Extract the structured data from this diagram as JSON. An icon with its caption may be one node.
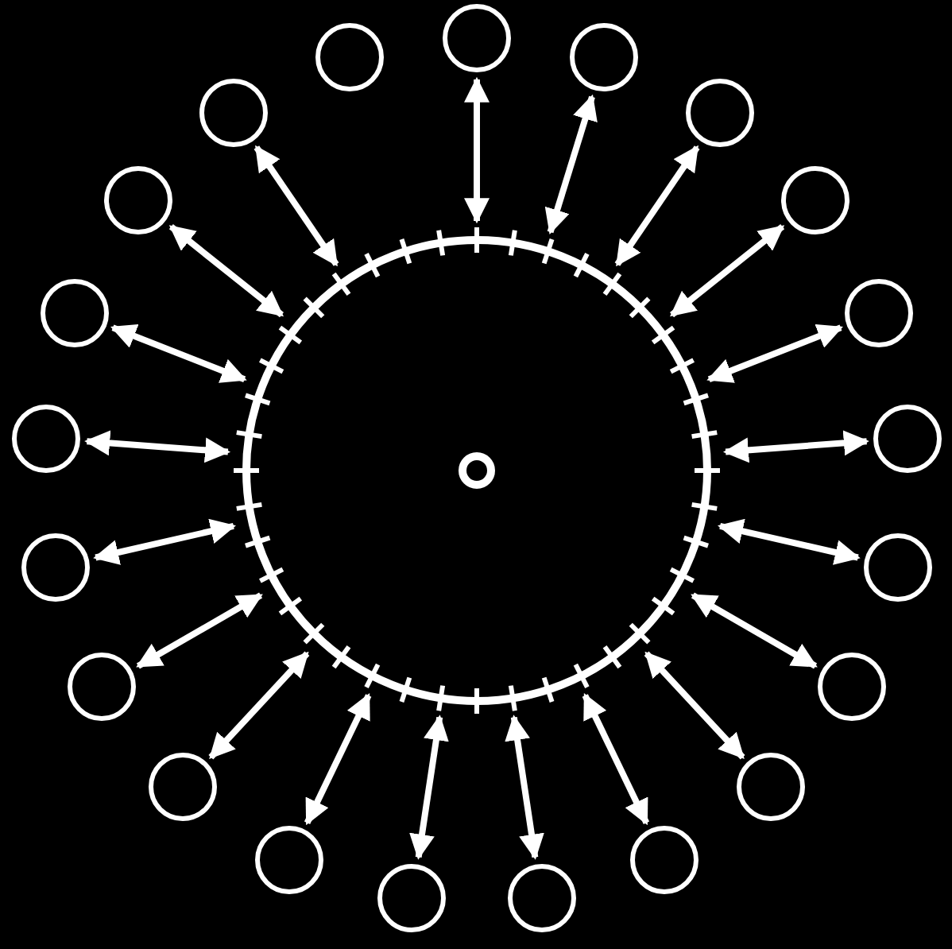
{
  "diagram": {
    "nodes": [
      {
        "text": [],
        "shape": "circle"
      },
      {
        "text": [],
        "shape": "circle",
        "in": 0
      },
      {
        "text": [],
        "shape": "circle"
      },
      {
        "text": [],
        "shape": "circle"
      },
      {
        "text": [],
        "shape": "circle"
      },
      {
        "text": [],
        "shape": "circle"
      },
      {
        "text": [],
        "shape": "circle"
      },
      {
        "text": [],
        "shape": "circle"
      },
      {
        "text": [],
        "shape": "circle"
      },
      {
        "text": [],
        "shape": "circle"
      },
      {
        "text": [],
        "shape": "circle"
      },
      {
        "text": [],
        "shape": "circle"
      },
      {
        "text": [],
        "shape": "circle"
      },
      {
        "text": [],
        "shape": "circle"
      },
      {
        "text": [],
        "shape": "circle"
      },
      {
        "text": [],
        "shape": "circle"
      },
      {
        "text": [],
        "shape": "circle"
      },
      {
        "text": [],
        "shape": "circle"
      },
      {
        "text": [],
        "shape": "circle"
      },
      {
        "text": [],
        "shape": "circle"
      },
      {
        "text": [],
        "shape": "circle"
      },
      {
        "text": [],
        "shape": "circle"
      },
      {
        "text": [],
        "shape": "circle"
      }
    ],
    "edges": [
      {
        "from": 0,
        "to": 2,
        "arrow": "both"
      },
      {
        "from": 0,
        "to": 3,
        "arrow": "both"
      },
      {
        "from": 0,
        "to": 4,
        "arrow": "both"
      },
      {
        "from": 0,
        "to": 5,
        "arrow": "both"
      },
      {
        "from": 0,
        "to": 6,
        "arrow": "both"
      },
      {
        "from": 0,
        "to": 7,
        "arrow": "both"
      },
      {
        "from": 0,
        "to": 8,
        "arrow": "both"
      },
      {
        "from": 0,
        "to": 9,
        "arrow": "both"
      },
      {
        "from": 0,
        "to": 10,
        "arrow": "both"
      },
      {
        "from": 0,
        "to": 11,
        "arrow": "both"
      },
      {
        "from": 0,
        "to": 12,
        "arrow": "both"
      },
      {
        "from": 0,
        "to": 13,
        "arrow": "both"
      },
      {
        "from": 0,
        "to": 14,
        "arrow": "both"
      },
      {
        "from": 0,
        "to": 15,
        "arrow": "both"
      },
      {
        "from": 0,
        "to": 16,
        "arrow": "both"
      },
      {
        "from": 0,
        "to": 17,
        "arrow": "both"
      },
      {
        "from": 0,
        "to": 18,
        "arrow": "both"
      },
      {
        "from": 0,
        "to": 19,
        "arrow": "both"
      },
      {
        "from": 0,
        "to": 20,
        "arrow": "both"
      },
      {
        "from": 0,
        "to": 21,
        "arrow": "both"
      }
    ]
  }
}
